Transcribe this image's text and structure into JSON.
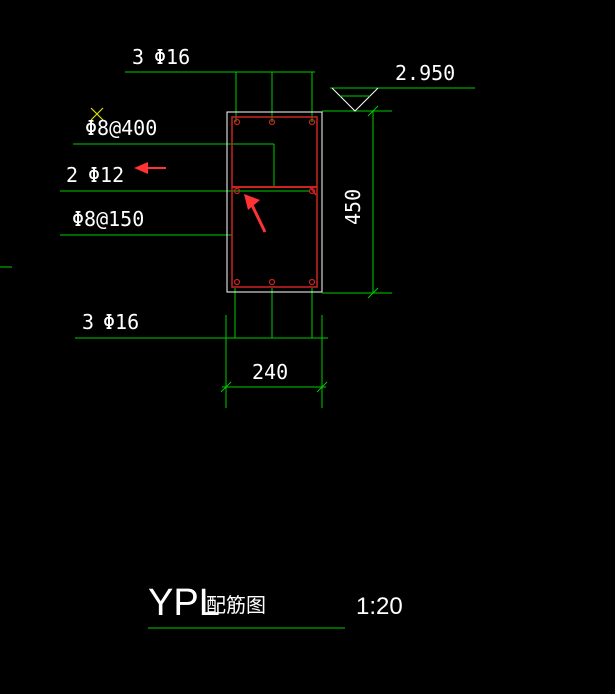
{
  "colors": {
    "background": "#000000",
    "dimension_lines": "#00cc00",
    "section_outline": "#ffffff",
    "stirrup": "#cc2222",
    "rebar_dot": "#cc2222",
    "arrow_marker": "#ff3333",
    "crossed_mark": "#dddd00",
    "text": "#ffffff"
  },
  "labels": {
    "top_bars_prefix": "3",
    "top_bars_spec": "Φ16",
    "waist_stirrup_spec": "Φ8@400",
    "waist_bars_prefix": "2",
    "waist_bars_spec": "Φ12",
    "stirrup_spec": "Φ8@150",
    "bottom_bars_prefix": "3",
    "bottom_bars_spec": "Φ16",
    "elevation": "2.950",
    "height_dim": "450",
    "width_dim": "240",
    "title_main": "YPL",
    "title_sub": "配筋图",
    "scale": "1:20"
  },
  "icons": {
    "red_arrow_left": "arrow-left-icon",
    "red_arrow_diagonal": "arrow-up-left-icon",
    "elevation_marker": "elevation-triangle-icon",
    "crossed_mark": "cross-mark-icon"
  }
}
